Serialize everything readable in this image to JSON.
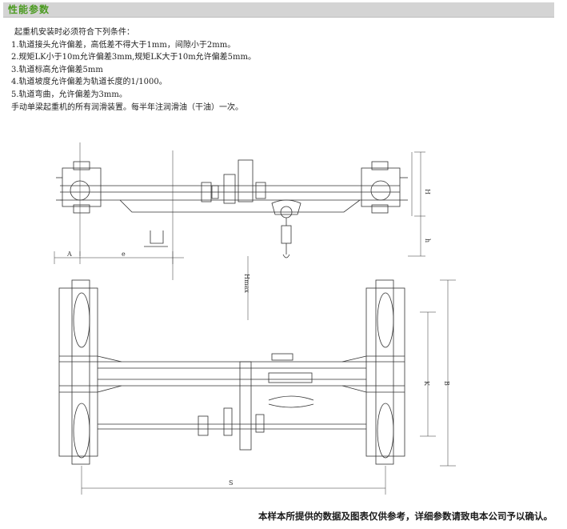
{
  "header": {
    "title": "性能参数",
    "title_color": "#4a9a1f",
    "bar_color": "#d4d4d4"
  },
  "conditions": {
    "intro": "起重机安装时必须符合下列条件：",
    "items": [
      "1.轨道接头允许偏差，高低差不得大于1mm，间隙小于2mm。",
      "2.规矩LK小于10m允许偏差3mm,规矩LK大于10m允许偏差5mm。",
      "3.轨道标高允许偏差5mm",
      "4.轨道坡度允许偏差为轨道长度的1/1000。",
      "5.轨道弯曲，允许偏差为3mm。"
    ],
    "maintenance": "手动单梁起重机的所有润滑装置。每半年注润滑油（干油）一次。"
  },
  "drawing": {
    "labels": {
      "h_upper": "H",
      "h_lower": "h",
      "a": "A",
      "e": "e",
      "hmax": "Hmax",
      "k": "K",
      "b": "B",
      "s": "S"
    }
  },
  "footer": {
    "note": "本样本所提供的数据及图表仅供参考，详细参数请致电本公司予以确认。"
  }
}
